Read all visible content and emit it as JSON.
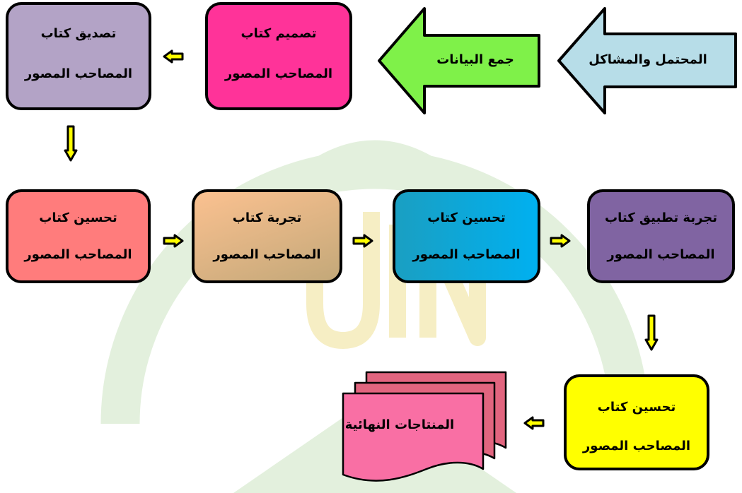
{
  "nodes": {
    "potential_problems": {
      "label": "المحتمل والمشاكل",
      "fill": "#b7dde8"
    },
    "data_collection": {
      "label": "جمع البيانات",
      "fill": "#7ff149"
    },
    "design": {
      "line1": "تصميم كتاب",
      "line2": "المصاحب المصور",
      "fill": "#ff3399"
    },
    "validation": {
      "line1": "تصديق كتاب",
      "line2": "المصاحب المصور",
      "fill": "#b3a3c6"
    },
    "revision_1": {
      "line1": "تحسين كتاب",
      "line2": "المصاحب المصور",
      "fill": "#ff7c7c"
    },
    "trial": {
      "line1": "تجربة كتاب",
      "line2": "المصاحب المصور",
      "fill": [
        "#fbc190",
        "#c3a879"
      ]
    },
    "revision_2": {
      "line1": "تحسين كتاب",
      "line2": "المصاحب المصور",
      "fill": [
        "#1a9fc2",
        "#00b0f0"
      ]
    },
    "application_trial": {
      "line1": "تجربة تطبيق كتاب",
      "line2": "المصاحب المصور",
      "fill": "#8064a2"
    },
    "revision_3": {
      "line1": "تحسين كتاب",
      "line2": "المصاحب المصور",
      "fill": "#ffff00"
    },
    "final_products": {
      "label": "المنتاجات النهائية",
      "fill": "#f96fa4",
      "back_fill": "#e2657f"
    }
  },
  "connectors": {
    "fill": "#ffff00"
  },
  "watermark": {
    "lettering": "UIN",
    "green": "#e3f0dd",
    "yellow": "#f6eec4"
  }
}
